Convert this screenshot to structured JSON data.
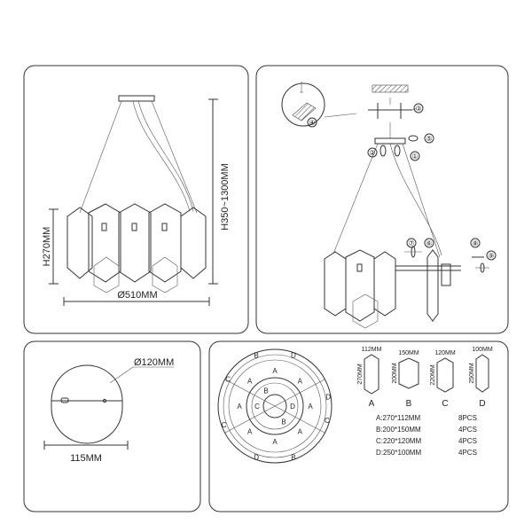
{
  "panel1": {
    "width_label": "Ø510MM",
    "height_label": "H270MM",
    "hang_label": "H350~1300MM"
  },
  "panel2": {
    "callouts": [
      "①",
      "②",
      "③",
      "④",
      "⑤",
      "⑥",
      "⑦",
      "⑧",
      "⑨"
    ]
  },
  "panel3": {
    "dia_label": "Ø120MM",
    "depth_label": "115MM"
  },
  "panel4": {
    "ring_letters": [
      "A",
      "B",
      "C",
      "D"
    ],
    "shades": [
      {
        "letter": "A",
        "width": "112MM",
        "height": "270MM"
      },
      {
        "letter": "B",
        "width": "150MM",
        "height": "200MM"
      },
      {
        "letter": "C",
        "width": "120MM",
        "height": "220MM"
      },
      {
        "letter": "D",
        "width": "100MM",
        "height": "250MM"
      }
    ],
    "spec": [
      {
        "size": "A:270*112MM",
        "qty": "8PCS"
      },
      {
        "size": "B:200*150MM",
        "qty": "4PCS"
      },
      {
        "size": "C:220*120MM",
        "qty": "4PCS"
      },
      {
        "size": "D:250*100MM",
        "qty": "4PCS"
      }
    ]
  }
}
